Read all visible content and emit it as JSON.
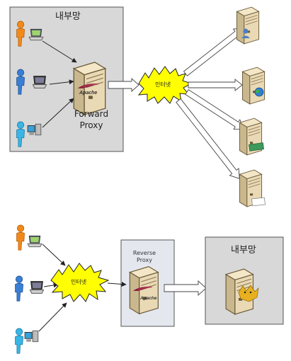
{
  "top": {
    "internal_net_label": "내부망",
    "proxy_label_line1": "Forward",
    "proxy_label_line2": "Proxy",
    "cloud_label": "인터넷",
    "apache_label": "Apache"
  },
  "bottom": {
    "internal_net_label": "내부망",
    "cloud_label": "인터넷",
    "proxy_label_line1": "Reverse",
    "proxy_label_line2": "Proxy",
    "apache_label": "Apache"
  },
  "colors": {
    "zone_fill": "#d8d8d8",
    "reverse_zone_fill": "#e4e8ee",
    "cloud_fill": "#ffff00",
    "server_body": "#e9d9b4",
    "user_orange": "#f28a1a",
    "user_blue": "#3a7fd5",
    "user_cyan": "#38b6e6"
  }
}
